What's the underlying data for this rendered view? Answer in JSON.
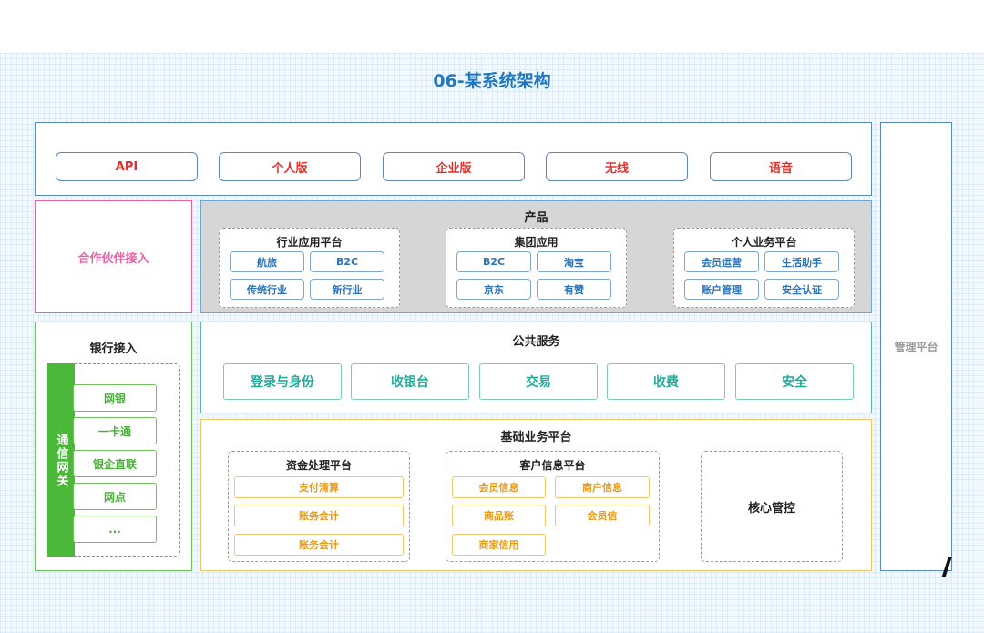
{
  "title": "06-某系统架构",
  "channels": [
    "API",
    "个人版",
    "企业版",
    "无线",
    "语音"
  ],
  "partner_access": "合作伙伴接入",
  "product": {
    "title": "产品",
    "groups": [
      {
        "title": "行业应用平台",
        "items": [
          "航旅",
          "B2C",
          "传统行业",
          "新行业"
        ]
      },
      {
        "title": "集团应用",
        "items": [
          "B2C",
          "淘宝",
          "京东",
          "有赞"
        ]
      },
      {
        "title": "个人业务平台",
        "items": [
          "会员运营",
          "生活助手",
          "账户管理",
          "安全认证"
        ]
      }
    ]
  },
  "bank_access": {
    "title": "银行接入",
    "gateway": "通信网关",
    "items": [
      "网银",
      "一卡通",
      "银企直联",
      "网点",
      "..."
    ]
  },
  "public_services": {
    "title": "公共服务",
    "items": [
      "登录与身份",
      "收银台",
      "交易",
      "收费",
      "安全"
    ]
  },
  "base_platform": {
    "title": "基础业务平台",
    "funds": {
      "title": "资金处理平台",
      "items": [
        "支付清算",
        "账务会计",
        "账务会计"
      ]
    },
    "customer": {
      "title": "客户信息平台",
      "items": [
        "会员信息",
        "商户信息",
        "商品账",
        "会员信",
        "商家信用"
      ]
    },
    "core": "核心管控"
  },
  "management": "管理平台",
  "colors": {
    "title": "#1f78c1",
    "channel_text": "#e0302a",
    "partner": "#e863a6",
    "product_chip": "#2a73b8",
    "bank_green": "#4cae3c",
    "service_teal": "#24a89a",
    "base_orange": "#e79a16",
    "management_text": "#9a9a9a"
  }
}
